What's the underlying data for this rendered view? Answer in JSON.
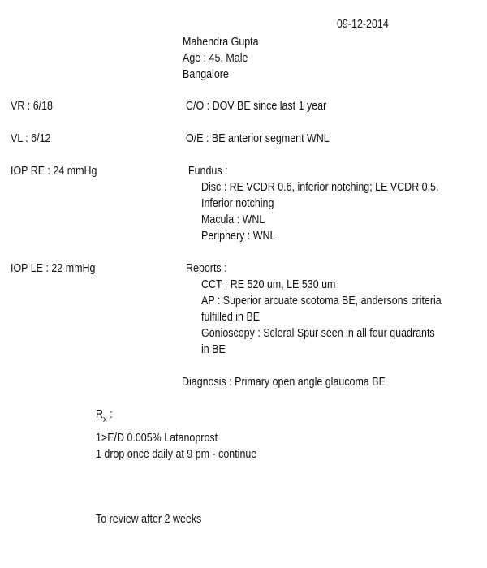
{
  "date": "09-12-2014",
  "patient": {
    "name": "Mahendra Gupta",
    "age_sex": "Age : 45, Male",
    "city": "Bangalore"
  },
  "left": {
    "vr": "VR : 6/18",
    "vl": "VL : 6/12",
    "iop_re": "IOP RE : 24 mmHg",
    "iop_le": "IOP LE : 22 mmHg"
  },
  "complaint": "C/O : DOV BE since last 1 year",
  "examination": "O/E : BE anterior segment WNL",
  "fundus": {
    "heading": "Fundus :",
    "lines": [
      "Disc : RE VCDR 0.6, inferior notching; LE VCDR 0.5,",
      "Inferior notching",
      "Macula : WNL",
      "Periphery : WNL"
    ]
  },
  "reports": {
    "heading": "Reports :",
    "lines": [
      "CCT : RE 520 um, LE 530 um",
      "AP : Superior arcuate scotoma BE, andersons criteria",
      "fulfilled in BE",
      "Gonioscopy : Scleral Spur seen in all four quadrants",
      "in BE"
    ]
  },
  "diagnosis": "Diagnosis : Primary open angle glaucoma BE",
  "rx": {
    "symbol": "R",
    "symbol_sub": "x",
    "colon": " :",
    "lines": [
      "1>E/D 0.005% Latanoprost",
      "1 drop once daily at 9 pm - continue"
    ]
  },
  "followup": "To review after 2 weeks"
}
